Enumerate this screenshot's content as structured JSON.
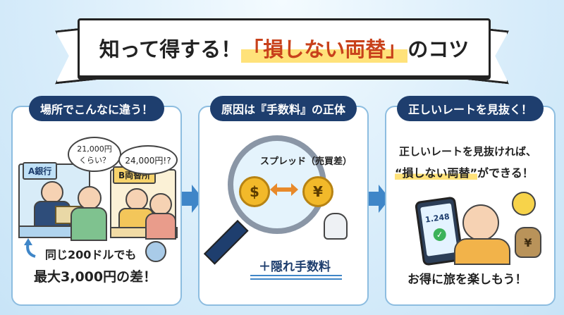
{
  "banner": {
    "prefix": "知って得する！",
    "highlight": "「損しない両替」",
    "suffix": "のコツ"
  },
  "panel1": {
    "title": "場所でこんなに違う！",
    "bank_label": "A銀行",
    "exchange_label": "B両替所",
    "bubble_a_line1": "21,000円",
    "bubble_a_line2": "くらい？",
    "bubble_b": "24,000円!?",
    "caption_line1": "同じ200ドルでも",
    "caption_line2": "最大3,000円の差！"
  },
  "panel2": {
    "title": "原因は『手数料』の正体",
    "spread_label": "スプレッド（売買差）",
    "dollar": "$",
    "yen": "¥",
    "hidden_fee": "＋隠れ手数料"
  },
  "panel3": {
    "title": "正しいレートを見抜く！",
    "text_line1": "正しいレートを見抜ければ、",
    "text_line2_highlight": "“損しない両替”",
    "text_line2_suffix": "ができる！",
    "phone_rate": "1.248",
    "money_bag_symbol": "¥",
    "caption": "お得に旅を楽しもう！"
  },
  "colors": {
    "navy": "#1e3e6e",
    "accent_red": "#c8411b",
    "highlight_yellow": "#ffe27a",
    "arrow_blue": "#3f86c8",
    "coin_gold": "#f2b92a"
  }
}
